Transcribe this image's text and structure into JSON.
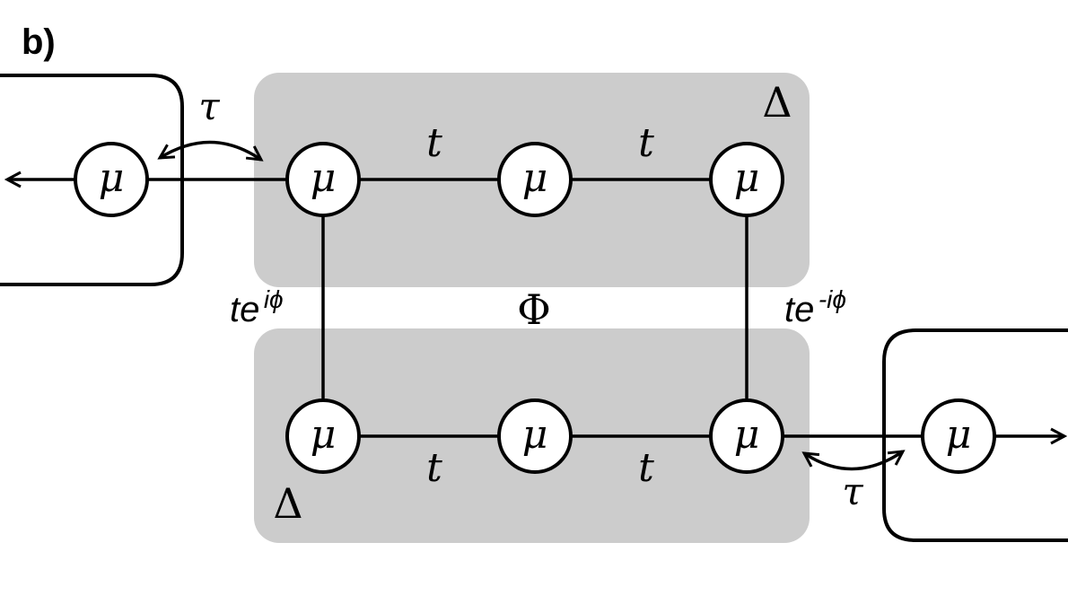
{
  "panel_label": "b)",
  "site_label": "μ",
  "hopping_label": "t",
  "coupling_label": "τ",
  "gap_label": "Δ",
  "flux_label": "Φ",
  "left_link": {
    "base": "te",
    "exponent": "iϕ"
  },
  "right_link": {
    "base": "te",
    "exponent": "-iϕ"
  },
  "colors": {
    "superconductor": "#cccccc",
    "line": "#000000",
    "node_fill": "#ffffff"
  }
}
